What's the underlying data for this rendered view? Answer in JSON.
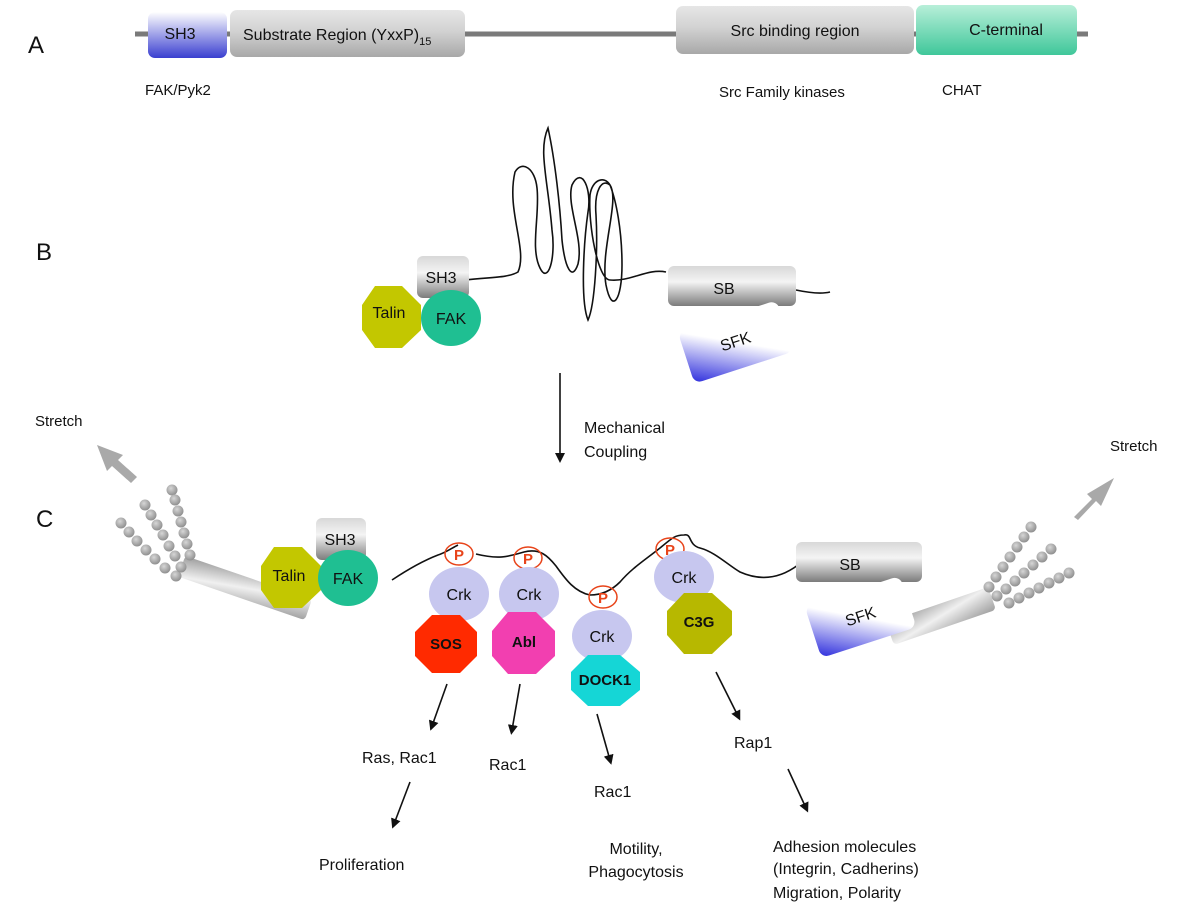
{
  "sections": {
    "a": "A",
    "b": "B",
    "c": "C"
  },
  "domains": {
    "sh3": "SH3",
    "substrate": "Substrate Region (YxxP)",
    "substrate_sub": "15",
    "src_binding": "Src binding region",
    "c_terminal": "C-terminal"
  },
  "partners": {
    "fak_pyk2": "FAK/Pyk2",
    "src_family": "Src Family kinases",
    "chat": "CHAT"
  },
  "panel_b": {
    "sh3": "SH3",
    "talin": "Talin",
    "fak": "FAK",
    "sb": "SB",
    "sfk": "SFK"
  },
  "coupling": {
    "line1": "Mechanical",
    "line2": "Coupling"
  },
  "panel_c": {
    "stretch_left": "Stretch",
    "stretch_right": "Stretch",
    "sh3": "SH3",
    "talin": "Talin",
    "fak": "FAK",
    "sb": "SB",
    "sfk": "SFK",
    "phospho": "P",
    "crk": "Crk",
    "sos": "SOS",
    "abl": "Abl",
    "dock1": "DOCK1",
    "c3g": "C3G"
  },
  "outputs": {
    "ras_rac1": "Ras, Rac1",
    "rac1_abl": "Rac1",
    "rac1_dock": "Rac1",
    "rap1": "Rap1",
    "proliferation": "Proliferation",
    "motility_1": "Motility,",
    "motility_2": "Phagocytosis",
    "adhesion_1": "Adhesion molecules",
    "adhesion_2": "(Integrin, Cadherins)",
    "adhesion_3": "Migration, Polarity"
  },
  "colors": {
    "sh3_blue": "#3a3fd0",
    "teal": "#1fbf92",
    "c_terminal": "#5fd3a8",
    "talin": "#c3c700",
    "crk": "#c7c7ef",
    "sos": "#ff2a00",
    "abl": "#f23fb0",
    "dock1": "#15d6d6",
    "c3g": "#b7b800",
    "phospho": "#e8441a",
    "arrow_grey": "#a9a9a9"
  }
}
